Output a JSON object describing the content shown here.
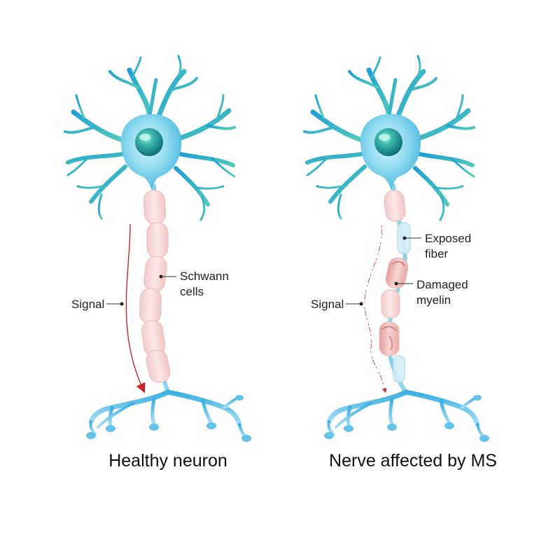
{
  "left": {
    "title": "Healthy neuron",
    "signal_label": "Signal",
    "schwann_label_line1": "Schwann",
    "schwann_label_line2": "cells"
  },
  "right": {
    "title": "Nerve affected by MS",
    "signal_label": "Signal",
    "exposed_label_line1": "Exposed",
    "exposed_label_line2": "fiber",
    "damaged_label_line1": "Damaged",
    "damaged_label_line2": "myelin"
  },
  "colors": {
    "dendrite_dark": "#2aa6d8",
    "dendrite_light": "#5fd0c0",
    "soma_outer": "#7fd4ef",
    "soma_inner": "#b9ecf7",
    "nucleus": "#1a8f86",
    "nucleus_light": "#7be0cf",
    "myelin": "#f7dada",
    "myelin_edge": "#eec0c0",
    "myelin_damaged": "#e9a6a6",
    "axon": "#8dd4ea",
    "terminal": "#4db6e6",
    "terminal_light": "#a4dcf1",
    "signal_arrow": "#c8262b"
  }
}
